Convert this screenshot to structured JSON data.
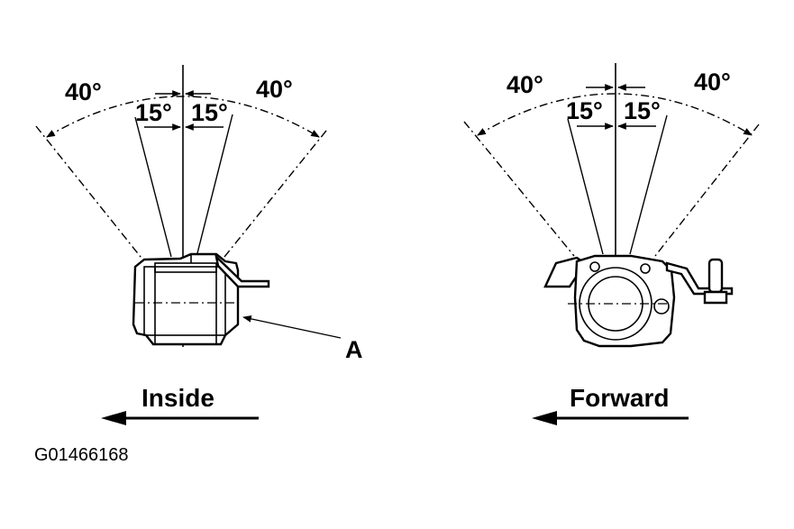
{
  "left_view": {
    "angle_outer_left": "40°",
    "angle_inner_left": "15°",
    "angle_inner_right": "15°",
    "angle_outer_right": "40°",
    "callout": "A",
    "direction_label": "Inside"
  },
  "right_view": {
    "angle_outer_left": "40°",
    "angle_inner_left": "15°",
    "angle_inner_right": "15°",
    "angle_outer_right": "40°",
    "direction_label": "Forward"
  },
  "figure_code": "G01466168"
}
